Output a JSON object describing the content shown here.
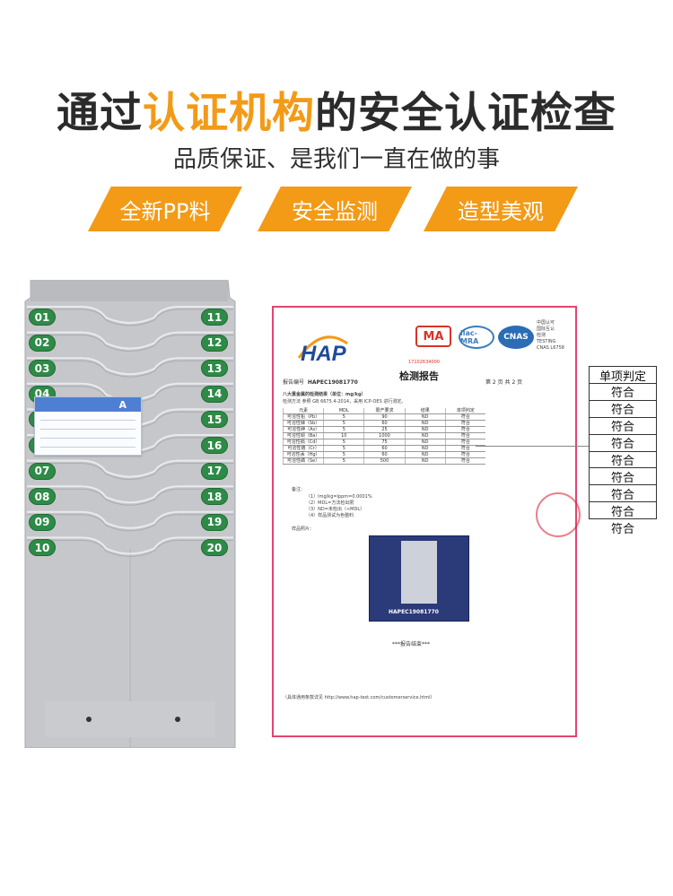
{
  "headline": {
    "part1": "通过",
    "accent": "认证机构",
    "part2": "的安全认证检查"
  },
  "subline": "品质保证、是我们一直在做的事",
  "badges": [
    "全新PP料",
    "安全监测",
    "造型美观"
  ],
  "rack": {
    "left_numbers": [
      "01",
      "02",
      "03",
      "04",
      "05",
      "06",
      "07",
      "08",
      "09",
      "10"
    ],
    "right_numbers": [
      "11",
      "12",
      "13",
      "14",
      "15",
      "16",
      "17",
      "18",
      "19",
      "20"
    ],
    "card_letter": "A"
  },
  "report": {
    "logo": "HAP",
    "ma": "MA",
    "ilac": "ilac-MRA",
    "cnas": "CNAS",
    "cnas_side": [
      "中国认可",
      "国际互认",
      "检测",
      "TESTING",
      "CNAS L6758"
    ],
    "qr_no": "17102634000",
    "title": "检测报告",
    "no_label": "报告编号",
    "no_value": "HAPEC19081770",
    "page": "第 2 页   共 2 页",
    "section": "八大重金属的检测结果（单位：mg/kg）",
    "method": "检测方法    参照 GB 6675.4-2014，采用 ICP-OES 进行测定。",
    "table_head": [
      "元素",
      "MDL",
      "限产要求",
      "结果",
      "单项判定"
    ],
    "table_rows": [
      [
        "可溶性铅（Pb）",
        "5",
        "90",
        "ND",
        "符合"
      ],
      [
        "可溶性锑（Sb）",
        "5",
        "60",
        "ND",
        "符合"
      ],
      [
        "可溶性砷（As）",
        "5",
        "25",
        "ND",
        "符合"
      ],
      [
        "可溶性钡（Ba）",
        "10",
        "1000",
        "ND",
        "符合"
      ],
      [
        "可溶性镉（Cd）",
        "5",
        "75",
        "ND",
        "符合"
      ],
      [
        "可溶性铬（Cr）",
        "5",
        "60",
        "ND",
        "符合"
      ],
      [
        "可溶性汞（Hg）",
        "5",
        "60",
        "ND",
        "符合"
      ],
      [
        "可溶性硒（Se）",
        "5",
        "500",
        "ND",
        "符合"
      ]
    ],
    "notes_title": "备注：",
    "notes": [
      "（1）lmg/kg=lppm=0.0001%",
      "（2）MDL=方法检出限",
      "（3）ND=未检出（<MDL）",
      "（4）样品测试为色整料"
    ],
    "sample_title": "样品照片：",
    "sample_label": "HAPEC19081770",
    "end": "***报告结束***",
    "footer": "（具体通用条款详见 http://www.hap-test.com/customerservice.html）"
  },
  "side_list": {
    "header": "单项判定",
    "items": [
      "符合",
      "符合",
      "符合",
      "符合",
      "符合",
      "符合",
      "符合",
      "符合",
      "符合"
    ]
  }
}
